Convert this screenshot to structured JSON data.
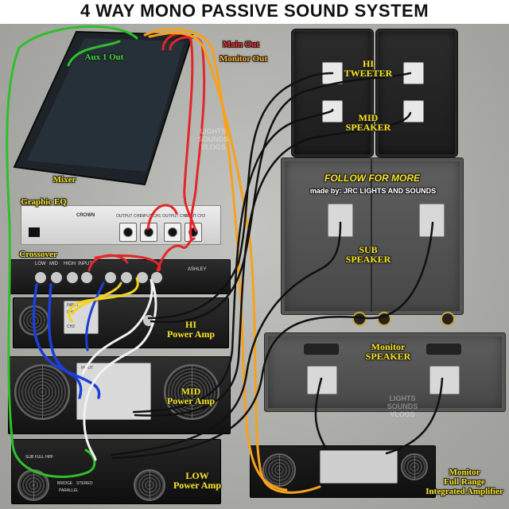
{
  "title": "4 WAY MONO PASSIVE SOUND SYSTEM",
  "labels": {
    "aux_out": "Aux 1 Out",
    "main_out": "Main Out",
    "monitor_out": "Monitor Out",
    "mixer": "Mixer",
    "graphic_eq": "Graphic EQ",
    "crossover": "Crossover",
    "hi_tweeter_line1": "HI",
    "hi_tweeter_line2": "TWEETER",
    "mid_speaker_line1": "MID",
    "mid_speaker_line2": "SPEAKER",
    "follow": "FOLLOW FOR MORE",
    "made_by": "made by: JRC LIGHTS AND SOUNDS",
    "sub_line1": "SUB",
    "sub_line2": "SPEAKER",
    "monitor_spk_line1": "Monitor",
    "monitor_spk_line2": "SPEAKER",
    "hi_amp_line1": "HI",
    "hi_amp_line2": "Power Amp",
    "mid_amp_line1": "MID",
    "mid_amp_line2": "Power Amp",
    "low_amp_line1": "LOW",
    "low_amp_line2": "Power Amp",
    "monitor_amp_line1": "Monitor",
    "monitor_amp_line2": "Full Range",
    "monitor_amp_line3": "Integrated Amplifier"
  },
  "device_text": {
    "eq_brand": "CROWN",
    "eq_output_ch1": "OUTPUT CH1",
    "eq_input_ch1": "INPUT CH1",
    "eq_output_ch2": "OUTPUT CH2",
    "eq_input_ch2": "INPUT CH2",
    "xo_low": "LOW",
    "xo_mid": "MID",
    "xo_high": "HIGH",
    "xo_input": "INPUT",
    "xo_brand": "ASHLEY",
    "amp_input": "INPUT",
    "amp_ch1": "CH1",
    "amp_ch2": "CH2",
    "low_sub_label": "SUB FULL HPF",
    "low_bridge": "BRIDGE",
    "low_stereo": "STEREO",
    "low_parallel": "PARALLEL"
  },
  "watermark": {
    "line1": "LIGHTS",
    "line2": "SOUNDS",
    "line3": "VLOGS"
  },
  "colors": {
    "label_yellow": "#f5e21e",
    "cable_green": "#2fbf2a",
    "cable_red": "#e3262a",
    "cable_orange": "#f6a21c",
    "cable_blue": "#1c3fd9",
    "cable_yellow": "#f2d21b",
    "cable_white": "#f2f2f2",
    "cable_black": "#111111"
  }
}
